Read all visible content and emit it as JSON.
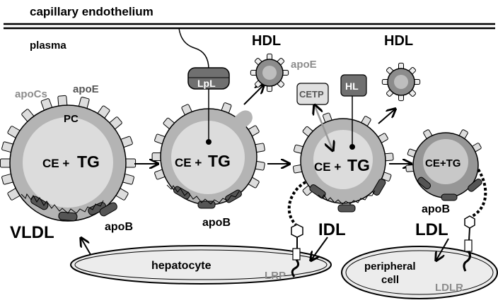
{
  "labels": {
    "capillary": "capillary endothelium",
    "plasma": "plasma",
    "hdl_1": "HDL",
    "hdl_2": "HDL",
    "apoe_hdl": "apoE",
    "apocs": "apoCs",
    "apoe_vldl": "apoE",
    "pc": "PC",
    "vldl_core_ce": "CE +",
    "vldl_core_tg": "TG",
    "p2_core_ce": "CE +",
    "p2_core_tg": "TG",
    "idl_core_ce": "CE +",
    "idl_core_tg": "TG",
    "ldl_core": "CE+TG",
    "lpl": "LpL",
    "cetp": "CETP",
    "hl": "HL",
    "apob_1": "apoB",
    "apob_2": "apoB",
    "apob_3": "apoB",
    "vldl": "VLDL",
    "idl": "IDL",
    "ldl": "LDL",
    "hepatocyte": "hepatocyte",
    "lrp": "LRP",
    "peripheral_line1": "peripheral",
    "peripheral_line2": "cell",
    "ldlr": "LDLR"
  },
  "colors": {
    "line": "#000000",
    "particle_outer": "#b4b4b4",
    "particle_core": "#dcdcdc",
    "ldl_outer": "#969696",
    "ldl_core": "#c8c8c8",
    "hdl_outer": "#8c8c8c",
    "hdl_core": "#bebebe",
    "apo_small": "#dddddd",
    "apob": "#555555",
    "enzyme_dark": "#707070",
    "enzyme_light": "#e0e0e0",
    "cell_fill": "#ececec",
    "gray_text": "#8c8c8c"
  }
}
